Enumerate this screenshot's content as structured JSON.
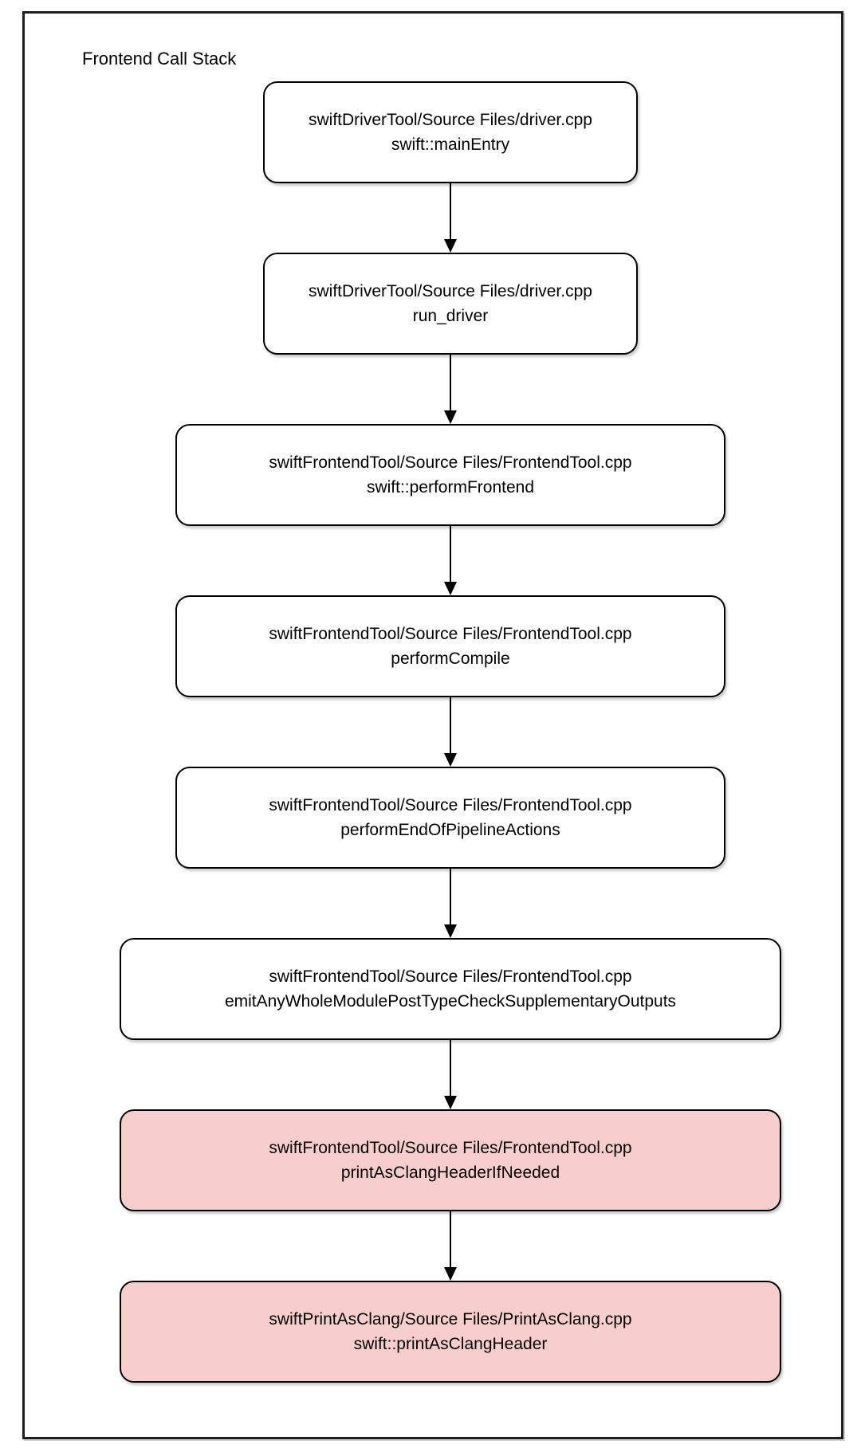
{
  "diagram": {
    "title": "Frontend Call Stack",
    "type": "flowchart-call-stack",
    "colors": {
      "node_fill": "#ffffff",
      "highlight_fill": "#f8cecc",
      "node_border": "#000000",
      "frame_border": "#1f1f1f",
      "text": "#000000"
    },
    "nodes": [
      {
        "file": "swiftDriverTool/Source Files/driver.cpp",
        "function": "swift::mainEntry",
        "highlighted": false
      },
      {
        "file": "swiftDriverTool/Source Files/driver.cpp",
        "function": "run_driver",
        "highlighted": false
      },
      {
        "file": "swiftFrontendTool/Source Files/FrontendTool.cpp",
        "function": "swift::performFrontend",
        "highlighted": false
      },
      {
        "file": "swiftFrontendTool/Source Files/FrontendTool.cpp",
        "function": "performCompile",
        "highlighted": false
      },
      {
        "file": "swiftFrontendTool/Source Files/FrontendTool.cpp",
        "function": "performEndOfPipelineActions",
        "highlighted": false
      },
      {
        "file": "swiftFrontendTool/Source Files/FrontendTool.cpp",
        "function": "emitAnyWholeModulePostTypeCheckSupplementaryOutputs",
        "highlighted": false
      },
      {
        "file": "swiftFrontendTool/Source Files/FrontendTool.cpp",
        "function": "printAsClangHeaderIfNeeded",
        "highlighted": true
      },
      {
        "file": "swiftPrintAsClang/Source Files/PrintAsClang.cpp",
        "function": "swift::printAsClangHeader",
        "highlighted": true
      }
    ],
    "edges": [
      {
        "from": 0,
        "to": 1
      },
      {
        "from": 1,
        "to": 2
      },
      {
        "from": 2,
        "to": 3
      },
      {
        "from": 3,
        "to": 4
      },
      {
        "from": 4,
        "to": 5
      },
      {
        "from": 5,
        "to": 6
      },
      {
        "from": 6,
        "to": 7
      }
    ]
  }
}
